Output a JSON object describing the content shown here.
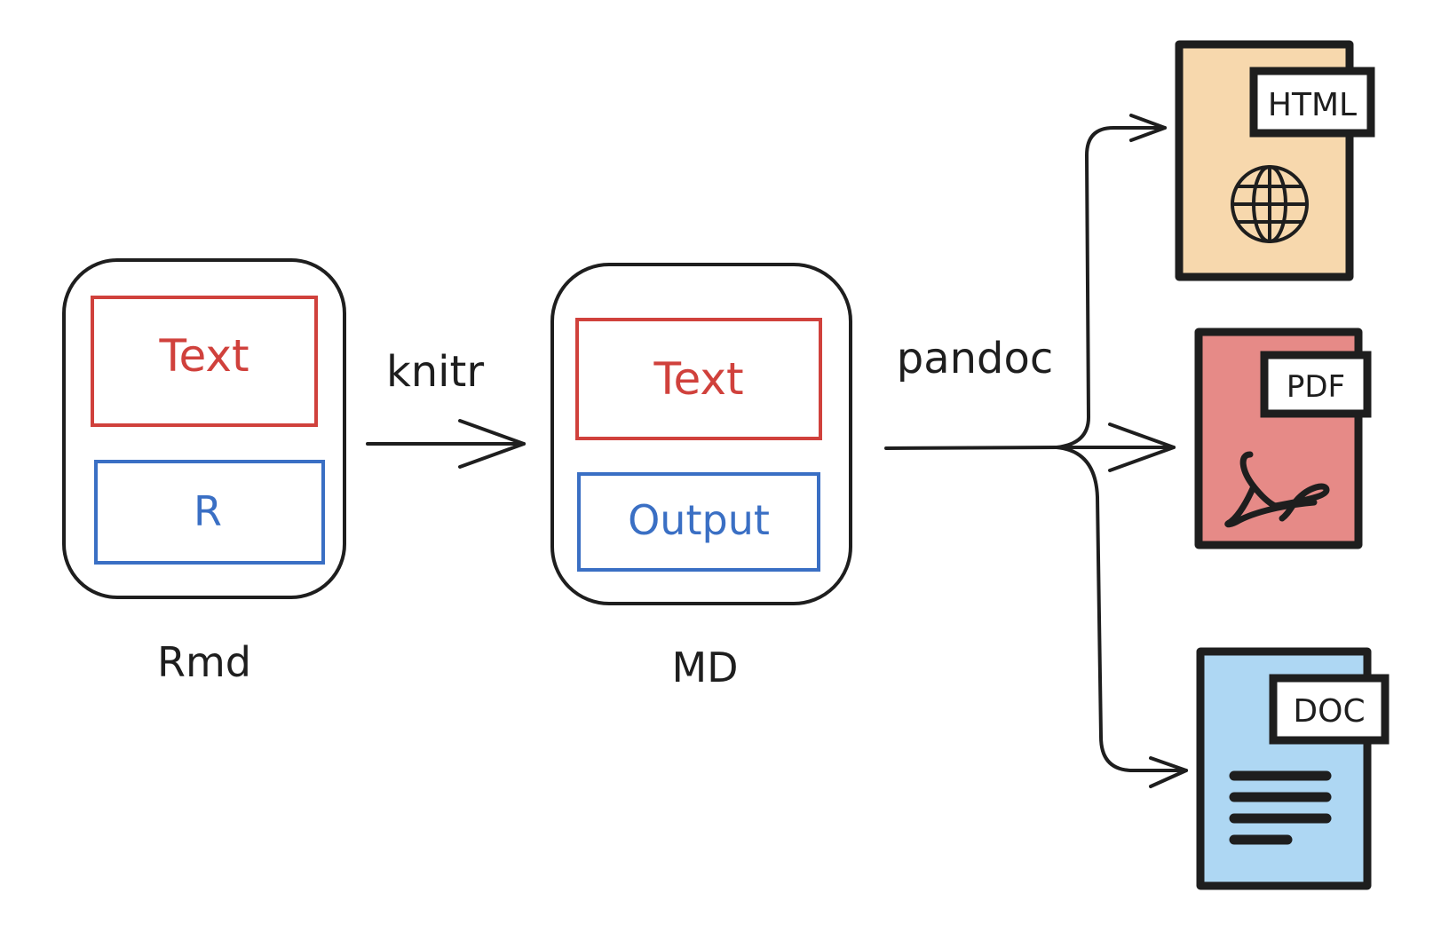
{
  "colors": {
    "stroke": "#1e1e1e",
    "text_red": "#d0413c",
    "code_blue": "#3a6fc4",
    "html_fill": "#f7d8ad",
    "pdf_fill": "#e68a87",
    "doc_fill": "#aed7f3",
    "background": "#ffffff"
  },
  "rmd": {
    "label": "Rmd",
    "text_block": "Text",
    "code_block": "R"
  },
  "knitr_label": "knitr",
  "md": {
    "label": "MD",
    "text_block": "Text",
    "output_block": "Output"
  },
  "pandoc_label": "pandoc",
  "outputs": [
    {
      "tag": "HTML",
      "icon": "globe-icon"
    },
    {
      "tag": "PDF",
      "icon": "acrobat-icon"
    },
    {
      "tag": "DOC",
      "icon": "text-lines-icon"
    }
  ]
}
